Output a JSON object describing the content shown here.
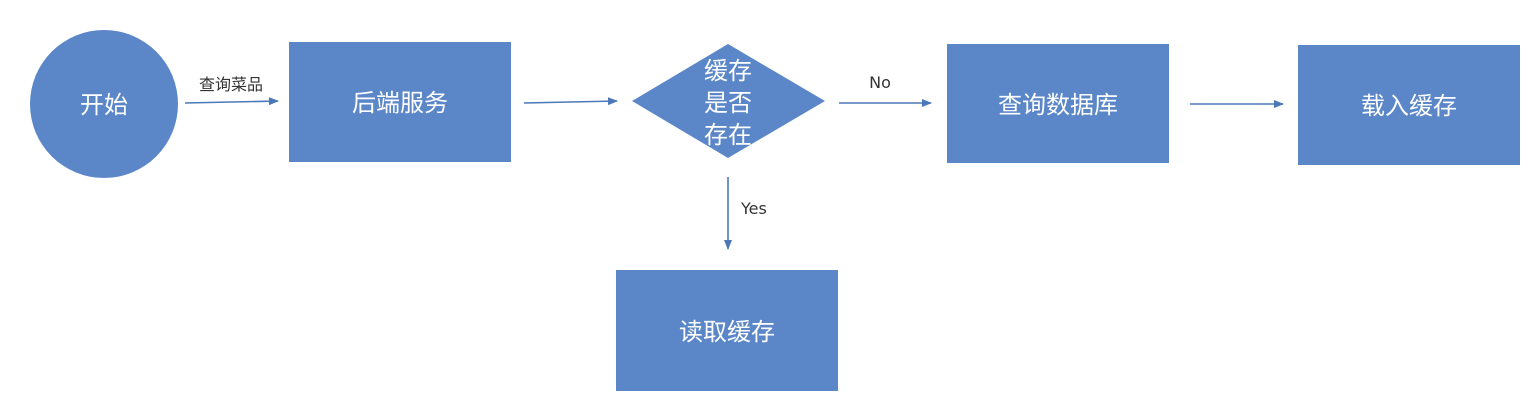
{
  "diagram": {
    "colors": {
      "node_fill": "#5b87c9",
      "edge": "#4a78b8",
      "node_text": "#ffffff",
      "edge_label": "#333333"
    },
    "nodes": {
      "start": {
        "shape": "circle",
        "label": "开始"
      },
      "backend": {
        "shape": "rectangle",
        "label": "后端服务"
      },
      "decision": {
        "shape": "diamond",
        "label_lines": [
          "缓存",
          "是否",
          "存在"
        ]
      },
      "query_db": {
        "shape": "rectangle",
        "label": "查询数据库"
      },
      "load_cache": {
        "shape": "rectangle",
        "label": "载入缓存"
      },
      "read_cache": {
        "shape": "rectangle",
        "label": "读取缓存"
      }
    },
    "edges": {
      "start_to_backend": {
        "from": "start",
        "to": "backend",
        "label": "查询菜品"
      },
      "backend_to_decision": {
        "from": "backend",
        "to": "decision",
        "label": ""
      },
      "decision_no": {
        "from": "decision",
        "to": "query_db",
        "label": "No"
      },
      "db_to_load": {
        "from": "query_db",
        "to": "load_cache",
        "label": ""
      },
      "decision_yes": {
        "from": "decision",
        "to": "read_cache",
        "label": "Yes"
      }
    }
  }
}
